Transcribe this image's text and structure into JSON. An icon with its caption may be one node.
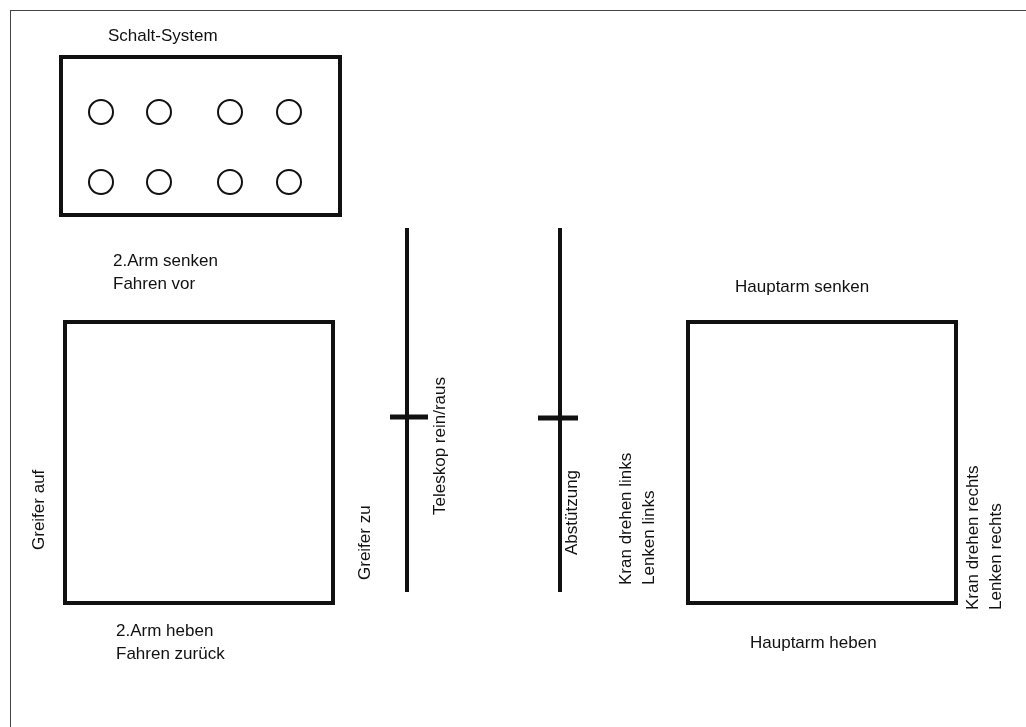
{
  "diagram": {
    "nodes": [
      {
        "text": [
          "Schalt-System"
        ]
      },
      {
        "text": [],
        "shape": "circle",
        "in": 0
      },
      {
        "text": [],
        "shape": "circle",
        "in": 0
      },
      {
        "text": [],
        "shape": "circle",
        "in": 0
      },
      {
        "text": [],
        "shape": "circle",
        "in": 0
      },
      {
        "text": [],
        "shape": "circle",
        "in": 0
      },
      {
        "text": [],
        "shape": "circle",
        "in": 0
      },
      {
        "text": [],
        "shape": "circle",
        "in": 0
      },
      {
        "text": [],
        "shape": "circle",
        "in": 0
      },
      {
        "text": [],
        "shape": "box",
        "beside": [
          "2.Arm senken Fahren vor",
          "Greifer auf",
          "Greifer zu",
          "2.Arm heben Fahren zurück"
        ]
      },
      {
        "text": [],
        "shape": "box",
        "beside": [
          "Hauptarm senken",
          "Kran drehen links Lenken links",
          "Kran drehen rechts Lenken rechts",
          "Hauptarm heben"
        ]
      }
    ],
    "labels": [
      "Teleskop rein/raus",
      "Abstützung"
    ]
  }
}
